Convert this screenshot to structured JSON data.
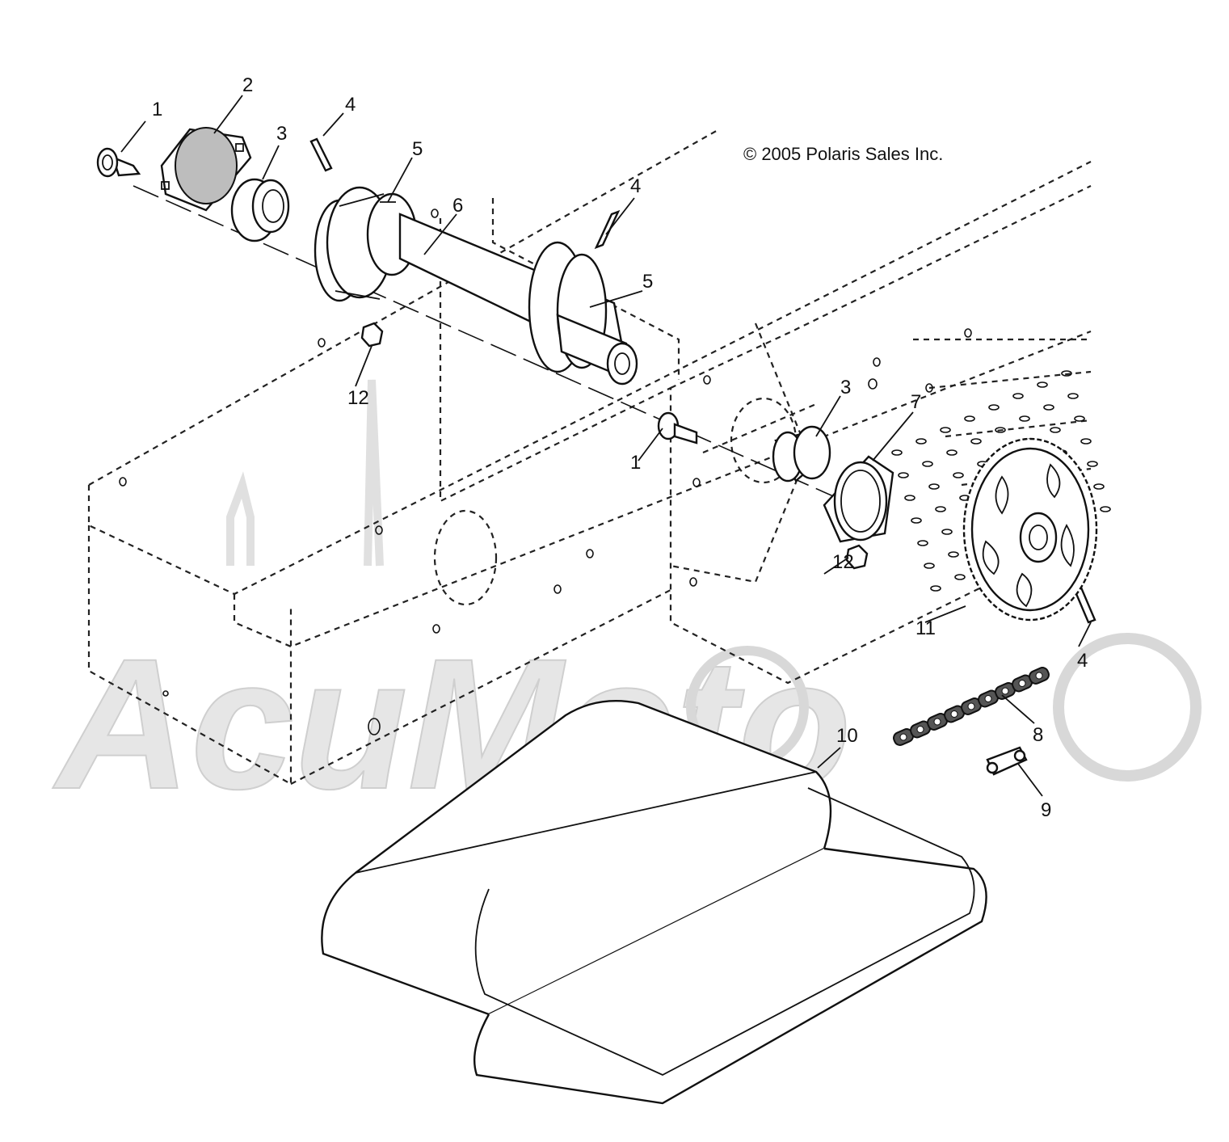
{
  "copyright": "© 2005 Polaris Sales Inc.",
  "watermark": "AcuMoto",
  "callouts": {
    "c1a": "1",
    "c2": "2",
    "c3a": "3",
    "c4a": "4",
    "c5a": "5",
    "c6": "6",
    "c4b": "4",
    "c5b": "5",
    "c12a": "12",
    "c3b": "3",
    "c7": "7",
    "c1b": "1",
    "c12b": "12",
    "c11": "11",
    "c4c": "4",
    "c8": "8",
    "c10": "10",
    "c9": "9"
  }
}
